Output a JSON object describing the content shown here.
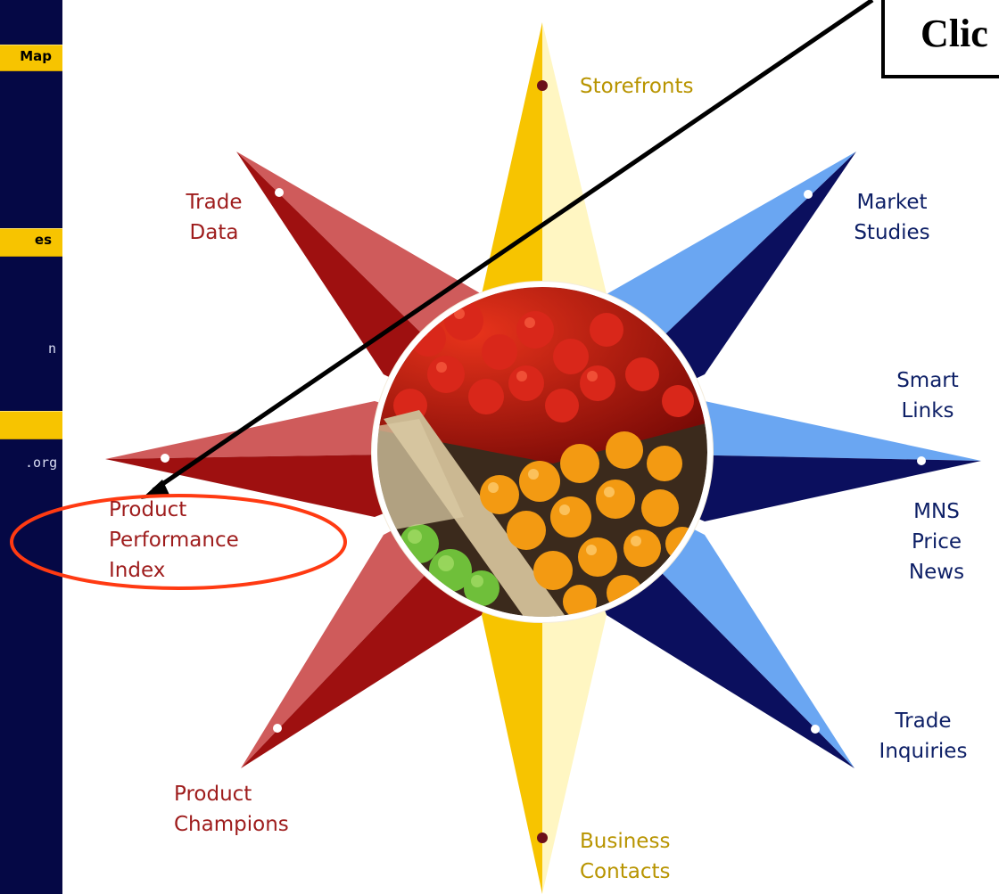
{
  "sidebar": {
    "headers": [
      "Map",
      "es",
      ""
    ],
    "items": [
      "n",
      ".org"
    ]
  },
  "hub": {
    "top": {
      "line1": "Storefronts"
    },
    "top_left": {
      "line1": "Trade",
      "line2": "Data"
    },
    "top_right": {
      "line1": "Market",
      "line2": "Studies"
    },
    "right_upper": {
      "line1": "Smart",
      "line2": "Links"
    },
    "right": {
      "line1": "MNS",
      "line2": "Price",
      "line3": "News"
    },
    "bottom_right": {
      "line1": "Trade",
      "line2": "Inquiries"
    },
    "bottom": {
      "line1": "Business",
      "line2": "Contacts"
    },
    "bottom_left": {
      "line1": "Product",
      "line2": "Champions"
    },
    "left": {
      "line1": "Product",
      "line2": "Performance",
      "line3": "Index"
    },
    "center_photo": "produce-market-photo"
  },
  "annotation": {
    "callout_text": "Clic"
  },
  "colors": {
    "sidebar_bg": "#050845",
    "sidebar_header": "#f7c400",
    "red_ray": "#9e1010",
    "red_ray_light": "#cf5b5b",
    "blue_ray": "#0b0f5e",
    "blue_ray_light": "#6aa6f2",
    "gold_ray": "#f7c400",
    "gold_ray_light": "#fff6c2",
    "highlight_ellipse": "#ff3a12"
  }
}
